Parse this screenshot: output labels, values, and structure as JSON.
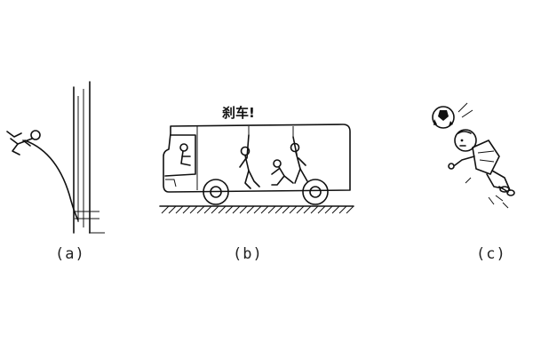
{
  "figure": {
    "panels": [
      {
        "id": "a",
        "label": "(a)",
        "depicts": "pole-vaulter"
      },
      {
        "id": "b",
        "label": "(b)",
        "depicts": "bus-braking-passengers",
        "caption_in_image": "刹车!"
      },
      {
        "id": "c",
        "label": "(c)",
        "depicts": "boy-heading-soccer-ball"
      }
    ]
  }
}
